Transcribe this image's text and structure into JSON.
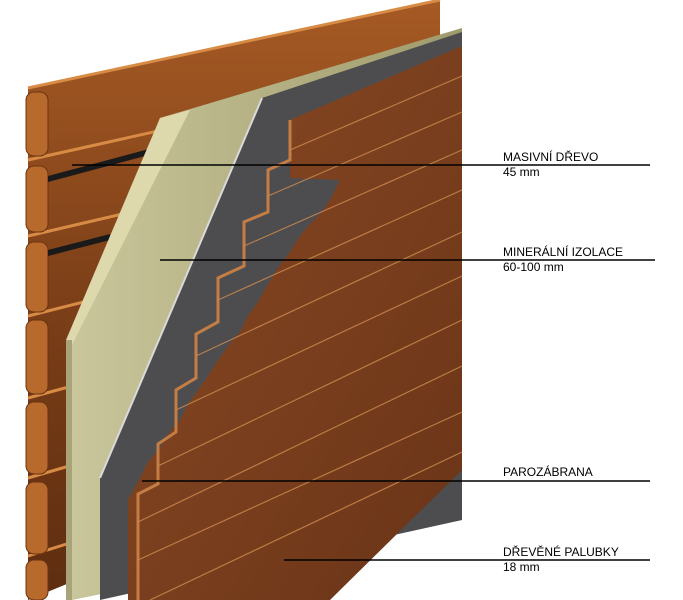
{
  "colors": {
    "background": "#ffffff",
    "log_wood": "#8a4a1e",
    "log_edge": "#d88b45",
    "insulation": "#b8b486",
    "vapor_barrier": "#4a4a4c",
    "paneling": "#7a3f20",
    "paneling_line": "#c9874d",
    "leader_line": "#000000"
  },
  "layers": [
    {
      "name": "MASIVNÍ DŘEVO",
      "thickness": "45 mm"
    },
    {
      "name": "MINERÁLNÍ IZOLACE",
      "thickness": "60-100 mm"
    },
    {
      "name": "PAROZÁBRANA",
      "thickness": ""
    },
    {
      "name": "DŘEVĚNÉ PALUBKY",
      "thickness": "18 mm"
    }
  ]
}
